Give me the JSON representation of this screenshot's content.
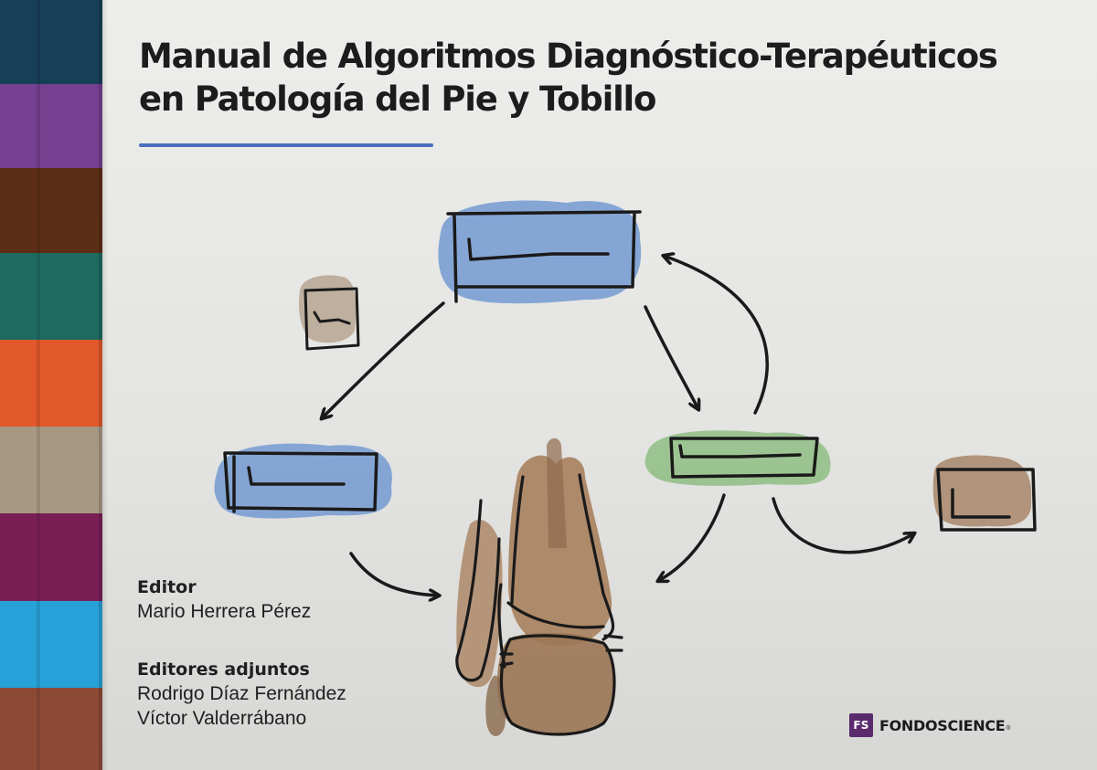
{
  "book": {
    "title_line1": "Manual de Algoritmos Diagnóstico-Terapéuticos",
    "title_line2": "en Patología del Pie y Tobillo"
  },
  "credits": {
    "editor_label": "Editor",
    "editor_name": "Mario Herrera Pérez",
    "assistant_label": "Editores adjuntos",
    "assistant_names": [
      "Rodrigo Díaz Fernández",
      "Víctor Valderrábano"
    ]
  },
  "publisher": {
    "logo_text": "FS",
    "name": "FONDOSCIENCE",
    "registered_mark": "®"
  },
  "colors": {
    "accent_rule": "#4a6fbd",
    "publisher_brand": "#5b2a6e",
    "sketch_blue": "#7a9fd3",
    "sketch_green": "#93c08a",
    "sketch_brown": "#a8866a",
    "sketch_taupe": "#b9a996",
    "spine_stripes": [
      "#173f58",
      "#74408f",
      "#5c2e17",
      "#1d6a60",
      "#e1582a",
      "#a79883",
      "#7a1f56",
      "#27a2d9",
      "#8c4a36"
    ]
  },
  "icons": [
    "flowchart-box-icon",
    "arrow-icon",
    "ankle-bone-sketch-icon"
  ]
}
